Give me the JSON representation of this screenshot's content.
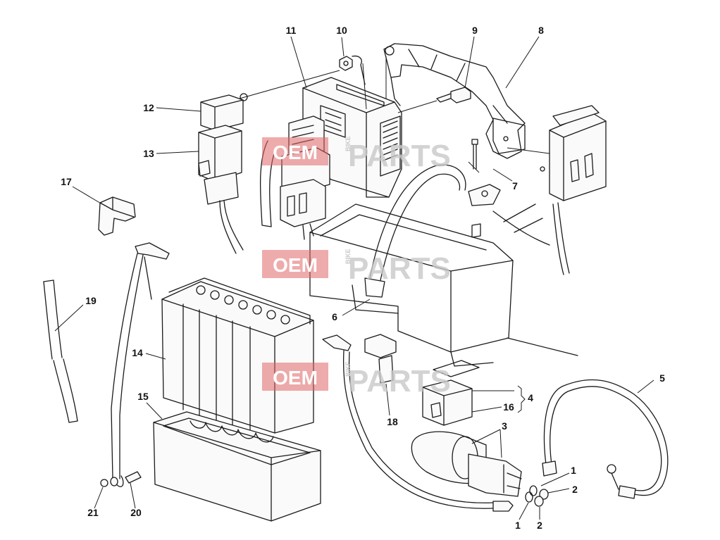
{
  "labels": {
    "c1": "11",
    "c2": "10",
    "c3": "9",
    "c4": "8",
    "c5": "12",
    "c6": "13",
    "c7": "17",
    "c8": "7",
    "c9": "19",
    "c10": "6",
    "c11": "14",
    "c12": "15",
    "c13": "4",
    "c14": "16",
    "c15": "5",
    "c16": "18",
    "c17": "3",
    "c18": "1",
    "c19": "2",
    "c20": "1",
    "c21": "2",
    "c22": "21",
    "c23": "20"
  },
  "watermark": {
    "box_text": "OEM",
    "side_text": "BIKE",
    "brand_text": "PARTS",
    "colors": {
      "box": "#e06666",
      "brand": "#c9c9c9"
    }
  },
  "colors": {
    "line": "#1a1a1a",
    "background": "#ffffff"
  }
}
